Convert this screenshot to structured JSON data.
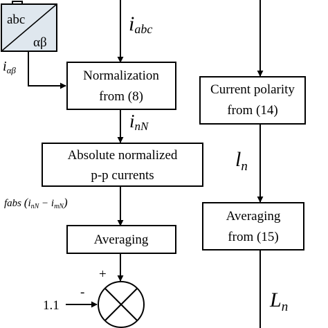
{
  "blocks": {
    "transform": {
      "top": "abc",
      "bottom": "αβ"
    },
    "normalization": {
      "line1": "Normalization",
      "line2": "from (8)"
    },
    "absolute": {
      "line1": "Absolute normalized",
      "line2": "p-p currents"
    },
    "averaging_left": {
      "line1": "Averaging"
    },
    "polarity": {
      "line1": "Current polarity",
      "line2": "from (14)"
    },
    "averaging_right": {
      "line1": "Averaging",
      "line2": "from (15)"
    }
  },
  "signals": {
    "i_abc": {
      "main": "i",
      "sub": "abc"
    },
    "i_ab": {
      "main": "i",
      "sub": "αβ"
    },
    "i_nN": {
      "main": "i",
      "sub": "nN"
    },
    "fabs": {
      "fn": "fabs",
      "open": "(",
      "i1": "i",
      "s1": "nN",
      "minus": " − ",
      "i2": "i",
      "s2": "mN",
      "close": ")"
    },
    "l_n": {
      "main": "l",
      "sub": "n"
    },
    "L_n": {
      "main": "L",
      "sub": "n"
    }
  },
  "summing": {
    "plus": "+",
    "minus": "-",
    "constant": "1.1"
  }
}
